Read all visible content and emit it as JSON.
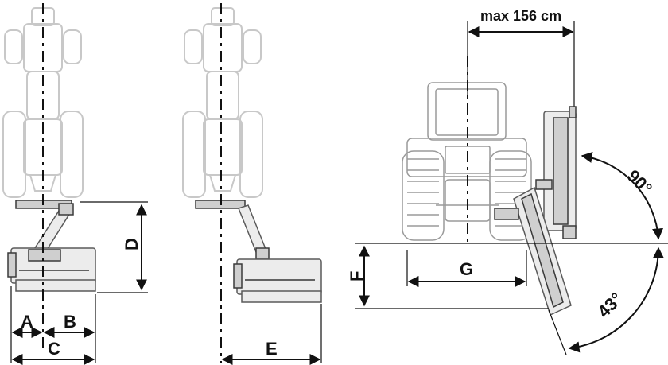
{
  "labels": {
    "A": "A",
    "B": "B",
    "C": "C",
    "D": "D",
    "E": "E",
    "F": "F",
    "G": "G",
    "max_width": "max 156 cm",
    "angle_up": "90°",
    "angle_down": "43°"
  }
}
